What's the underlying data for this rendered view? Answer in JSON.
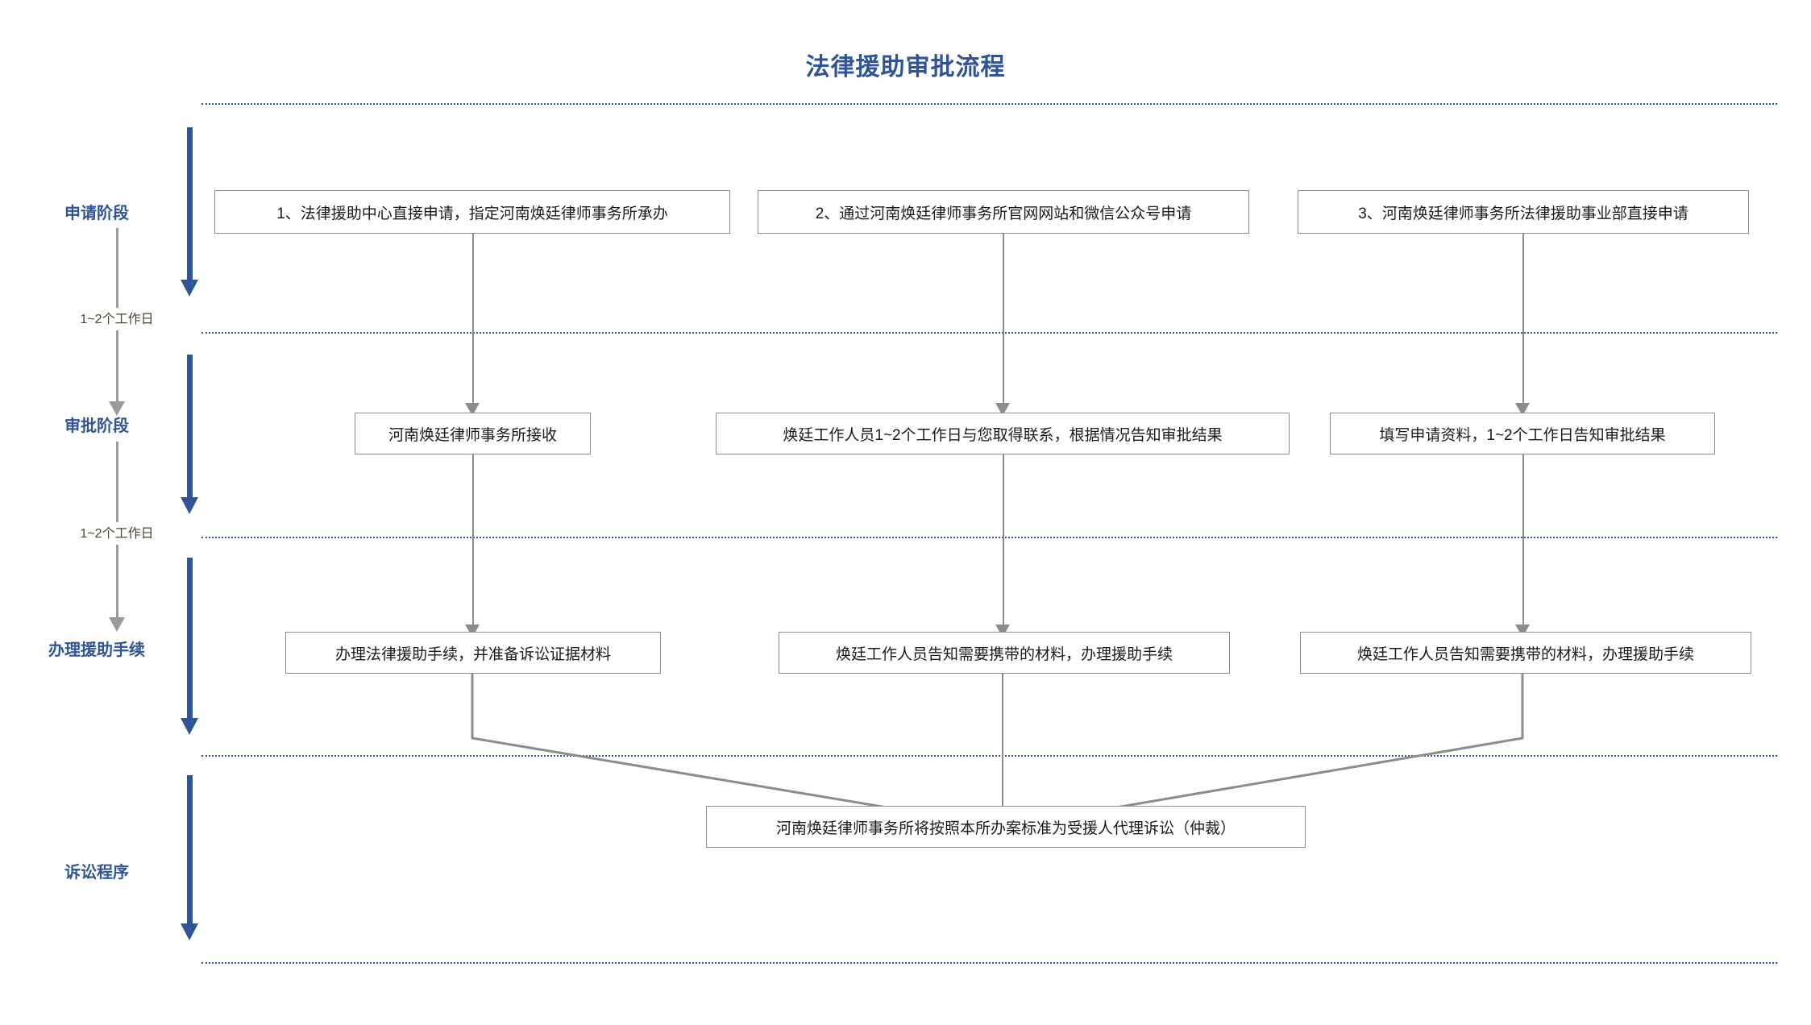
{
  "page": {
    "title": "法律援助审批流程",
    "accent_color": "#2F5597",
    "box_border_color": "#8C8C8C",
    "connector_color": "#8C8C8C",
    "duration_text_color": "#4B4531",
    "background": "#FFFFFF"
  },
  "stages": [
    {
      "label": "申请阶段"
    },
    {
      "label": "审批阶段"
    },
    {
      "label": "办理援助手续"
    },
    {
      "label": "诉讼程序"
    }
  ],
  "durations": [
    {
      "label": "1~2个工作日"
    },
    {
      "label": "1~2个工作日"
    }
  ],
  "rows": {
    "apply": [
      {
        "text": "1、法律援助中心直接申请，指定河南焕廷律师事务所承办"
      },
      {
        "text": "2、通过河南焕廷律师事务所官网网站和微信公众号申请"
      },
      {
        "text": "3、河南焕廷律师事务所法律援助事业部直接申请"
      }
    ],
    "review": [
      {
        "text": "河南焕廷律师事务所接收"
      },
      {
        "text": "焕廷工作人员1~2个工作日与您取得联系，根据情况告知审批结果"
      },
      {
        "text": "填写申请资料，1~2个工作日告知审批结果"
      }
    ],
    "procedure": [
      {
        "text": "办理法律援助手续，并准备诉讼证据材料"
      },
      {
        "text": "焕廷工作人员告知需要携带的材料，办理援助手续"
      },
      {
        "text": "焕廷工作人员告知需要携带的材料，办理援助手续"
      }
    ],
    "litigation": [
      {
        "text": "河南焕廷律师事务所将按照本所办案标准为受援人代理诉讼（仲裁）"
      }
    ]
  }
}
